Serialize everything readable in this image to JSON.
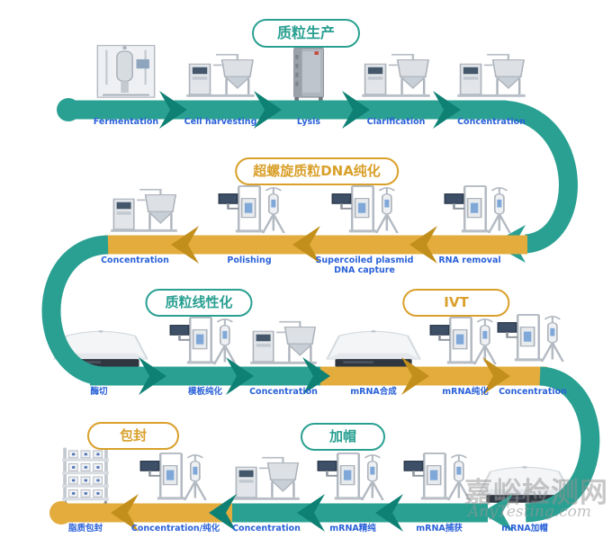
{
  "colors": {
    "teal_band": "#2AA092",
    "teal_chevron": "#0E8174",
    "gold_band": "#E3AC3D",
    "gold_chevron": "#C28F1C",
    "step_label_blue": "#2B62D9",
    "pill_teal": "#2AA092",
    "pill_gold": "#D9A02B"
  },
  "watermark": {
    "title": "嘉峪检测网",
    "subtitle": "AnyTesting.com"
  },
  "rows": [
    {
      "name": "plasmid-production",
      "direction": "right",
      "pills": [
        {
          "label": "质粒生产",
          "color": "#2AA092"
        }
      ],
      "steps": [
        {
          "label": "Fermentation",
          "machine": "bioreactor-icon",
          "machine_ref": "#m-bioreactor"
        },
        {
          "label": "Cell harvesting",
          "machine": "tank-skid-icon",
          "machine_ref": "#m-skidtank"
        },
        {
          "label": "Lysis",
          "machine": "cabinet-icon",
          "machine_ref": "#m-cabinet"
        },
        {
          "label": "Clarification",
          "machine": "tank-skid-icon",
          "machine_ref": "#m-skidtank"
        },
        {
          "label": "Concentration",
          "machine": "tank-skid-icon",
          "machine_ref": "#m-skidtank"
        }
      ]
    },
    {
      "name": "supercoiled-plasmid-dna-purification",
      "direction": "left",
      "pills": [
        {
          "label": "超螺旋质粒DNA纯化",
          "color": "#D9A02B"
        }
      ],
      "steps": [
        {
          "label": "Concentration",
          "machine": "tank-skid-icon",
          "machine_ref": "#m-skidtank"
        },
        {
          "label": "Polishing",
          "machine": "chromatography-icon",
          "machine_ref": "#m-chromo"
        },
        {
          "label": "Supercoiled plasmid",
          "label2": "DNA capture",
          "machine": "chromatography-icon",
          "machine_ref": "#m-chromo"
        },
        {
          "label": "RNA removal",
          "machine": "chromatography-icon",
          "machine_ref": "#m-chromo"
        }
      ]
    },
    {
      "name": "plasmid-linearization-and-ivt",
      "direction": "right",
      "pills": [
        {
          "label": "质粒线性化",
          "color": "#2AA092"
        },
        {
          "label": "IVT",
          "color": "#D9A02B"
        }
      ],
      "steps": [
        {
          "label": "酶切",
          "machine": "dome-instrument-icon",
          "machine_ref": "#m-dome"
        },
        {
          "label": "模板纯化",
          "machine": "chromatography-icon",
          "machine_ref": "#m-chromo"
        },
        {
          "label": "Concentration",
          "machine": "tank-skid-icon",
          "machine_ref": "#m-skidtank"
        },
        {
          "label": "mRNA合成",
          "machine": "dome-instrument-icon",
          "machine_ref": "#m-dome"
        },
        {
          "label": "mRNA纯化",
          "machine": "chromatography-icon",
          "machine_ref": "#m-chromo"
        },
        {
          "label": "Concentration",
          "machine": "chromatography-icon",
          "machine_ref": "#m-chromo"
        }
      ]
    },
    {
      "name": "encapsulation-and-capping",
      "direction": "left",
      "pills": [
        {
          "label": "包封",
          "color": "#D9A02B"
        },
        {
          "label": "加帽",
          "color": "#2AA092"
        }
      ],
      "steps": [
        {
          "label": "脂质包封",
          "machine": "rack-shelf-icon",
          "machine_ref": "#m-rack"
        },
        {
          "label": "Concentration/纯化",
          "machine": "chromatography-icon",
          "machine_ref": "#m-chromo"
        },
        {
          "label": "Concentration",
          "machine": "tank-skid-icon",
          "machine_ref": "#m-skidtank"
        },
        {
          "label": "mRNA精纯",
          "machine": "chromatography-icon",
          "machine_ref": "#m-chromo"
        },
        {
          "label": "mRNA捕获",
          "machine": "chromatography-icon",
          "machine_ref": "#m-chromo"
        },
        {
          "label": "mRNA加帽",
          "machine": "dome-instrument-icon",
          "machine_ref": "#m-dome"
        }
      ]
    }
  ]
}
